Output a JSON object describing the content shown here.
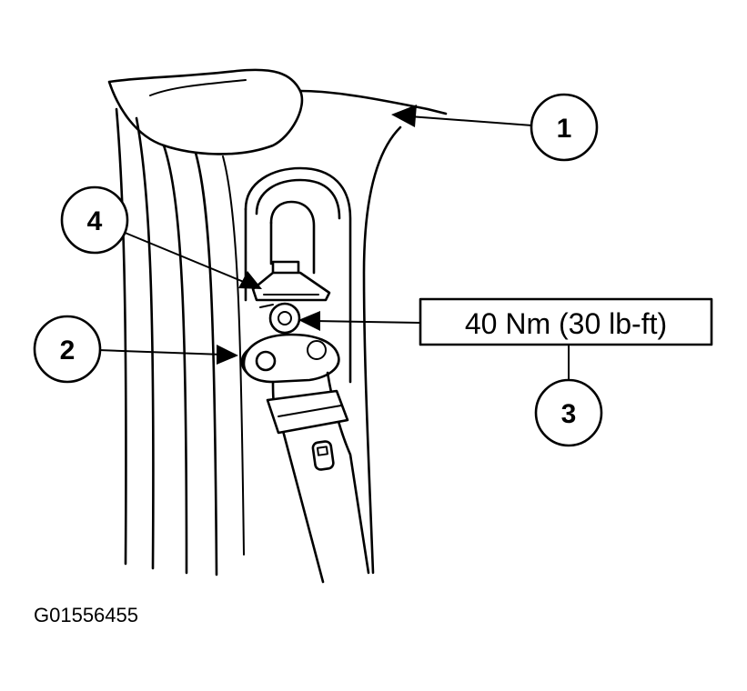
{
  "figure_id": "G01556455",
  "callouts": {
    "c1": "1",
    "c2": "2",
    "c3": "3",
    "c4": "4"
  },
  "torque_spec": "40 Nm (30 lb-ft)",
  "colors": {
    "line": "#000000",
    "background": "#ffffff"
  }
}
